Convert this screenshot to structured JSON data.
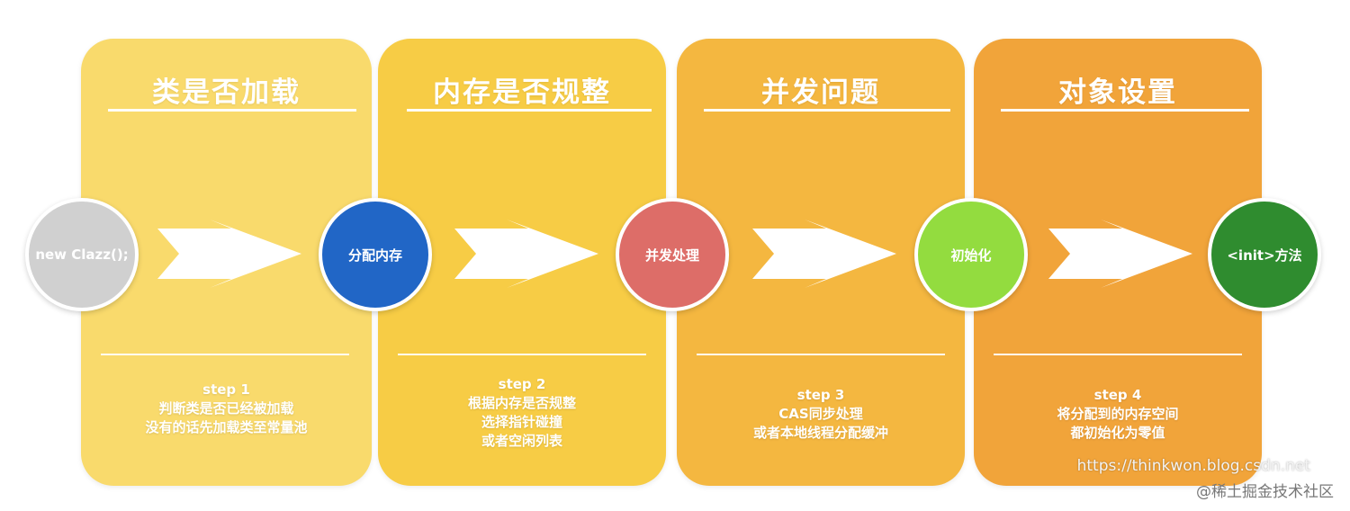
{
  "panels": [
    {
      "title": "类是否加载",
      "step": "step 1",
      "lines": [
        "判断类是否已经被加载",
        "没有的话先加载类至常量池"
      ],
      "color": "#f9da6c"
    },
    {
      "title": "内存是否规整",
      "step": "step 2",
      "lines": [
        "根据内存是否规整",
        "选择指针碰撞",
        "或者空闲列表"
      ],
      "color": "#f7cc45"
    },
    {
      "title": "并发问题",
      "step": "step 3",
      "lines": [
        "CAS同步处理",
        "或者本地线程分配缓冲"
      ],
      "color": "#f4b740"
    },
    {
      "title": "对象设置",
      "step": "step 4",
      "lines": [
        "将分配到的内存空间",
        "都初始化为零值"
      ],
      "color": "#f1a43a"
    }
  ],
  "nodes": [
    {
      "label": "new Clazz();",
      "color": "#d0d0d0"
    },
    {
      "label": "分配内存",
      "color": "#2166c6"
    },
    {
      "label": "并发处理",
      "color": "#dd6d68"
    },
    {
      "label": "初始化",
      "color": "#93dc3f"
    },
    {
      "label": "<init>方法",
      "color": "#2f8c2f"
    }
  ],
  "watermark": {
    "url": "https://thinkwon.blog.csdn.net",
    "site": "@稀土掘金技术社区"
  }
}
